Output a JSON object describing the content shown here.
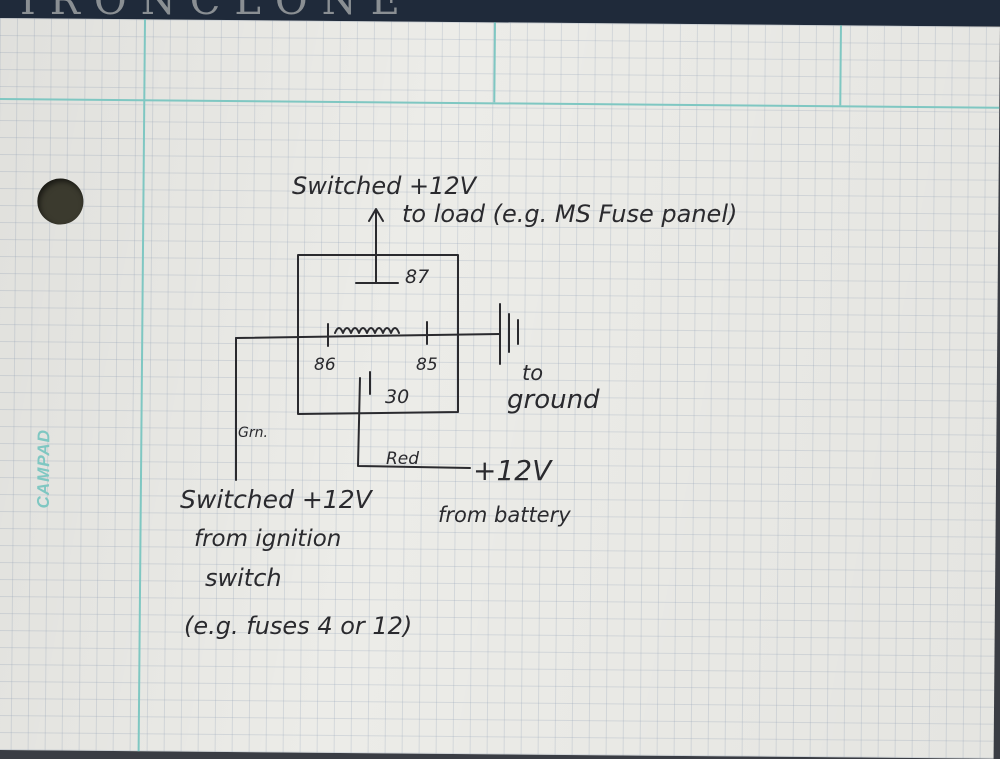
{
  "background": {
    "book_title_fragment": "IRONCLONE",
    "notepad_brand": "CAMPAD"
  },
  "colors": {
    "ink": "#2a2a2e",
    "paper": "#ecece8",
    "rule_line": "#7fc7c2"
  },
  "diagram": {
    "output_label": "Switched +12V",
    "output_dest": "to load (e.g. MS Fuse panel)",
    "pin_87": "87",
    "pin_86": "86",
    "pin_85": "85",
    "pin_30": "30",
    "ground_label_1": "to",
    "ground_label_2": "ground",
    "wire_color_green": "Grn.",
    "wire_color_red": "Red",
    "battery_label_1": "+12V",
    "battery_label_2": "from battery",
    "ignition_label_1": "Switched +12V",
    "ignition_label_2": "from ignition",
    "ignition_label_3": "switch",
    "ignition_label_4": "(e.g. fuses 4 or 12)"
  }
}
